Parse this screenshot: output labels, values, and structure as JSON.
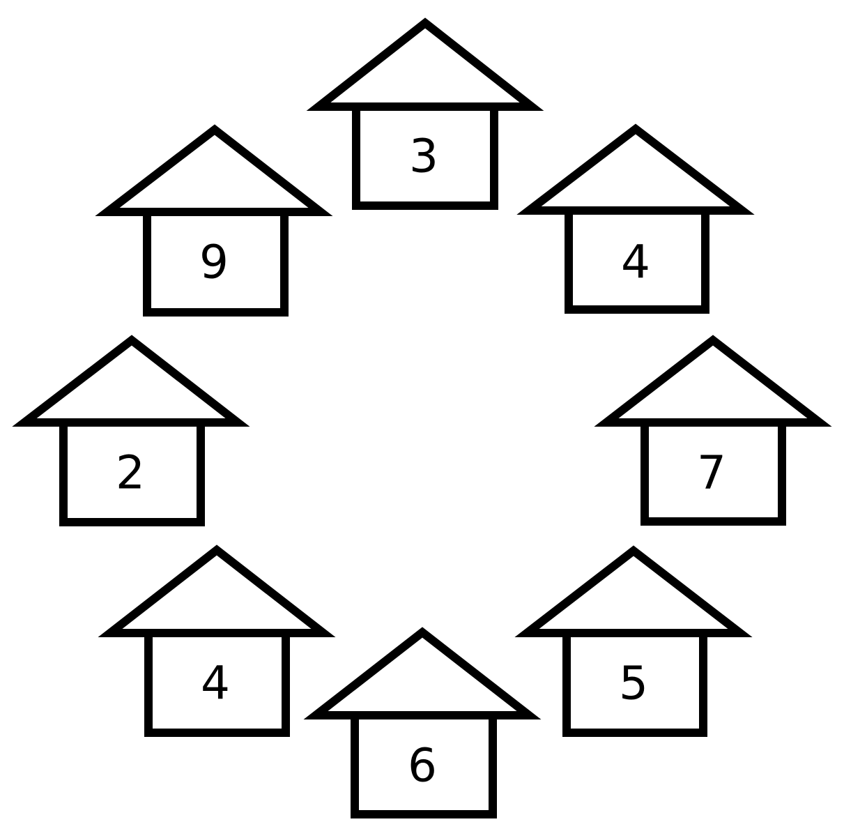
{
  "houses": [
    {
      "label": "3"
    },
    {
      "label": "4"
    },
    {
      "label": "7"
    },
    {
      "label": "5"
    },
    {
      "label": "6"
    },
    {
      "label": "4"
    },
    {
      "label": "2"
    },
    {
      "label": "9"
    }
  ],
  "colors": {
    "stroke": "#000000",
    "fill": "#ffffff"
  }
}
